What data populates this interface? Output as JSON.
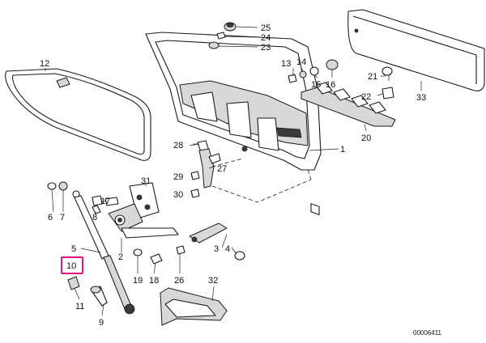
{
  "reference_number": "00006411",
  "highlighted_callout": "10",
  "callouts": {
    "c1": "1",
    "c2": "2",
    "c3": "3",
    "c4": "4",
    "c5": "5",
    "c6": "6",
    "c7": "7",
    "c8": "8",
    "c9": "9",
    "c10": "10",
    "c11": "11",
    "c12": "12",
    "c13": "13",
    "c14": "14",
    "c15": "15",
    "c16": "16",
    "c17": "17",
    "c18": "18",
    "c19": "19",
    "c20": "20",
    "c21": "21",
    "c22": "22",
    "c23": "23",
    "c24": "24",
    "c25": "25",
    "c26": "26",
    "c27": "27",
    "c28": "28",
    "c29": "29",
    "c30": "30",
    "c31": "31",
    "c32": "32",
    "c33": "33"
  },
  "colors": {
    "highlight": "#e0147a",
    "line": "#1a1a1a",
    "shade": "#d8d8d8"
  }
}
